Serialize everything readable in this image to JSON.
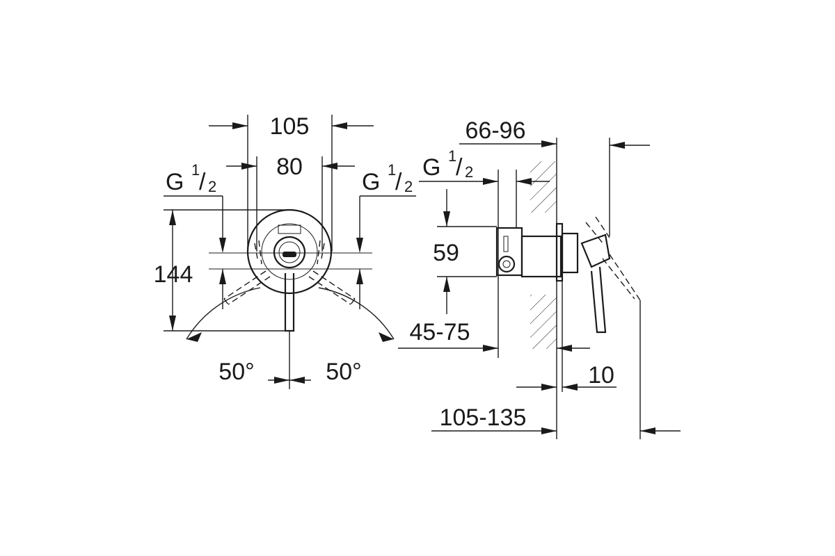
{
  "front_view": {
    "dim_overall_width": "105",
    "dim_center_width": "80",
    "thread_left": {
      "main": "G",
      "numerator": "1",
      "slash": "/",
      "denominator": "2"
    },
    "thread_right": {
      "main": "G",
      "numerator": "1",
      "slash": "/",
      "denominator": "2"
    },
    "dim_height": "144",
    "angle_left": "50°",
    "angle_right": "50°"
  },
  "side_view": {
    "dim_depth_range": "66-96",
    "thread": {
      "main": "G",
      "numerator": "1",
      "slash": "/",
      "denominator": "2"
    },
    "dim_port_spacing": "59",
    "dim_install_depth": "45-75",
    "dim_plate": "10",
    "dim_total_depth": "105-135"
  },
  "colors": {
    "line": "#1a1a1a",
    "background": "#ffffff"
  }
}
